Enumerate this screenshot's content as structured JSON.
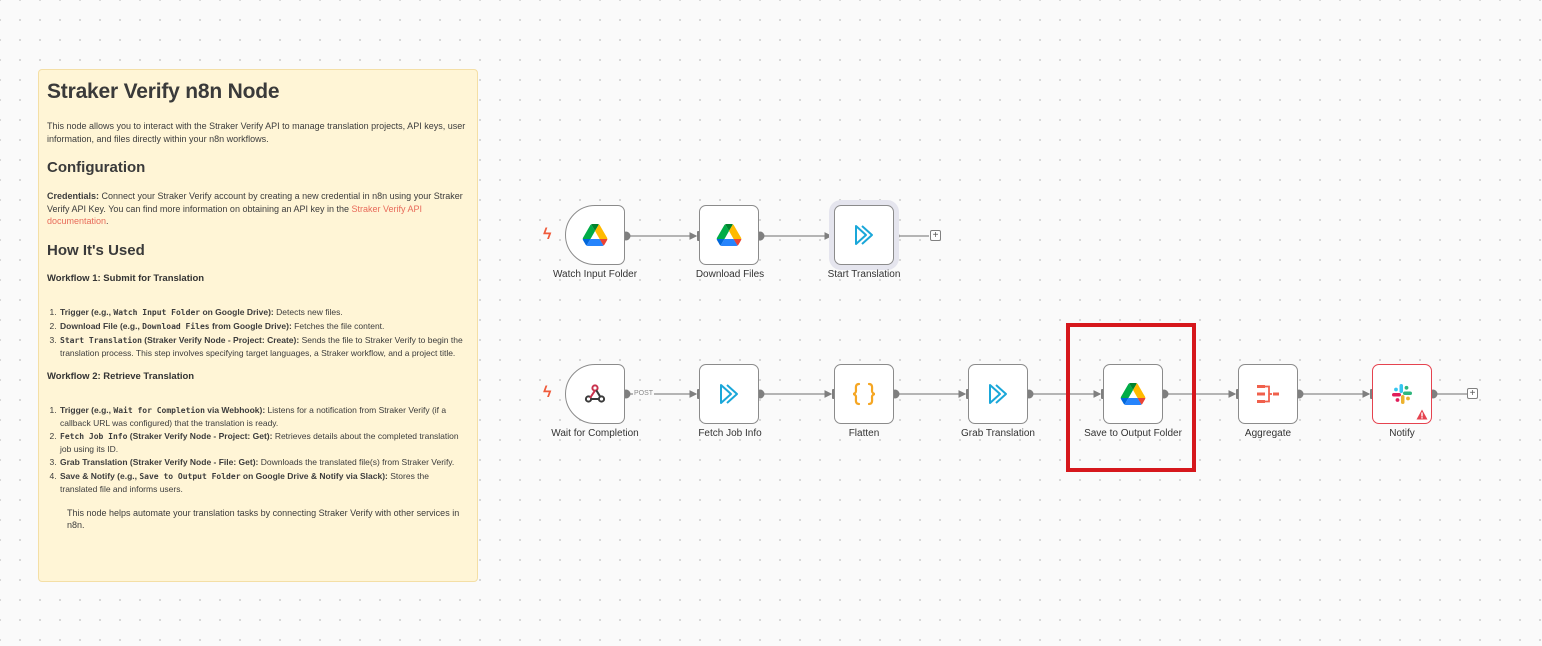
{
  "sticky_note": {
    "title": "Straker Verify n8n Node",
    "intro": "This node allows you to interact with the Straker Verify API to manage translation projects, API keys, user information, and files directly within your n8n workflows.",
    "configuration_heading": "Configuration",
    "credentials_label": "Credentials:",
    "credentials_text": " Connect your Straker Verify account by creating a new credential in n8n using your Straker Verify API Key. You can find more information on obtaining an API key in the ",
    "credentials_link": "Straker Verify API documentation",
    "credentials_end": ".",
    "how_heading": "How It's Used",
    "workflow1": {
      "heading": "Workflow 1: Submit for Translation",
      "items": [
        {
          "b1": "Trigger (e.g., ",
          "code": "Watch Input Folder",
          "b2": " on Google Drive):",
          "text": " Detects new files."
        },
        {
          "b1": "Download File (e.g., ",
          "code": "Download Files",
          "b2": " from Google Drive):",
          "text": " Fetches the file content."
        },
        {
          "b1": "",
          "code": "Start Translation",
          "b2": " (Straker Verify Node - Project: Create):",
          "text": " Sends the file to Straker Verify to begin the translation process. This step involves specifying target languages, a Straker workflow, and a project title."
        }
      ]
    },
    "workflow2": {
      "heading": "Workflow 2: Retrieve Translation",
      "items": [
        {
          "b1": "Trigger (e.g., ",
          "code": "Wait for Completion",
          "b2": " via Webhook):",
          "text": " Listens for a notification from Straker Verify (if a callback URL was configured) that the translation is ready."
        },
        {
          "b1": "",
          "code": "Fetch Job Info",
          "b2": " (Straker Verify Node - Project: Get):",
          "text": " Retrieves details about the completed translation job using its ID."
        },
        {
          "b1": "Grab Translation",
          "code": "",
          "b2": " (Straker Verify Node - File: Get):",
          "text": " Downloads the translated file(s) from Straker Verify."
        },
        {
          "b1": "Save & Notify (e.g., ",
          "code": "Save to Output Folder",
          "b2": " on Google Drive & Notify via Slack):",
          "text": " Stores the translated file and informs users."
        }
      ]
    },
    "closing": "This node helps automate your translation tasks by connecting Straker Verify with other services in n8n."
  },
  "workflow1_nodes": [
    {
      "label": "Watch Input Folder",
      "icon": "google-drive-icon"
    },
    {
      "label": "Download Files",
      "icon": "google-drive-icon"
    },
    {
      "label": "Start Translation",
      "icon": "straker-verify-icon"
    }
  ],
  "workflow2_nodes": [
    {
      "label": "Wait for Completion",
      "icon": "webhook-icon"
    },
    {
      "label": "Fetch Job Info",
      "icon": "straker-verify-icon"
    },
    {
      "label": "Flatten",
      "icon": "code-braces-icon"
    },
    {
      "label": "Grab Translation",
      "icon": "straker-verify-icon"
    },
    {
      "label": "Save to Output Folder",
      "icon": "google-drive-icon"
    },
    {
      "label": "Aggregate",
      "icon": "aggregate-icon"
    },
    {
      "label": "Notify",
      "icon": "slack-icon"
    }
  ],
  "webhook_method": "POST",
  "plus_symbol": "+",
  "colors": {
    "accent_highlight": "#d6171c",
    "trigger_bolt": "#ef5a3a",
    "error_border": "#e5434f",
    "straker_teal": "#1aa7d9",
    "code_orange": "#f5a623",
    "aggregate_red": "#f0604c"
  }
}
